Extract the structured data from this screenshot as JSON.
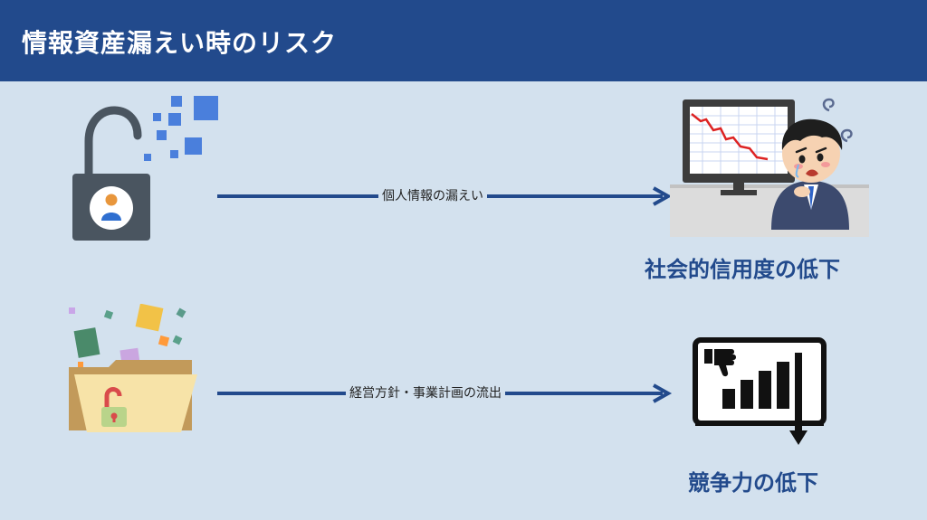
{
  "header": {
    "title": "情報資産漏えい時のリスク"
  },
  "rows": [
    {
      "source_icon": "unlocked-padlock-icon",
      "arrow_label": "個人情報の漏えい",
      "result_icon": "stressed-businessman-falling-chart-icon",
      "result_label": "社会的信用度の低下"
    },
    {
      "source_icon": "leaking-folder-icon",
      "arrow_label": "経営方針・事業計画の流出",
      "result_icon": "thumbs-down-declining-chart-icon",
      "result_label": "競争力の低下"
    }
  ],
  "colors": {
    "header_bg": "#224a8c",
    "content_bg": "#d3e1ee",
    "arrow": "#224a8c",
    "label_text": "#224a8c"
  }
}
